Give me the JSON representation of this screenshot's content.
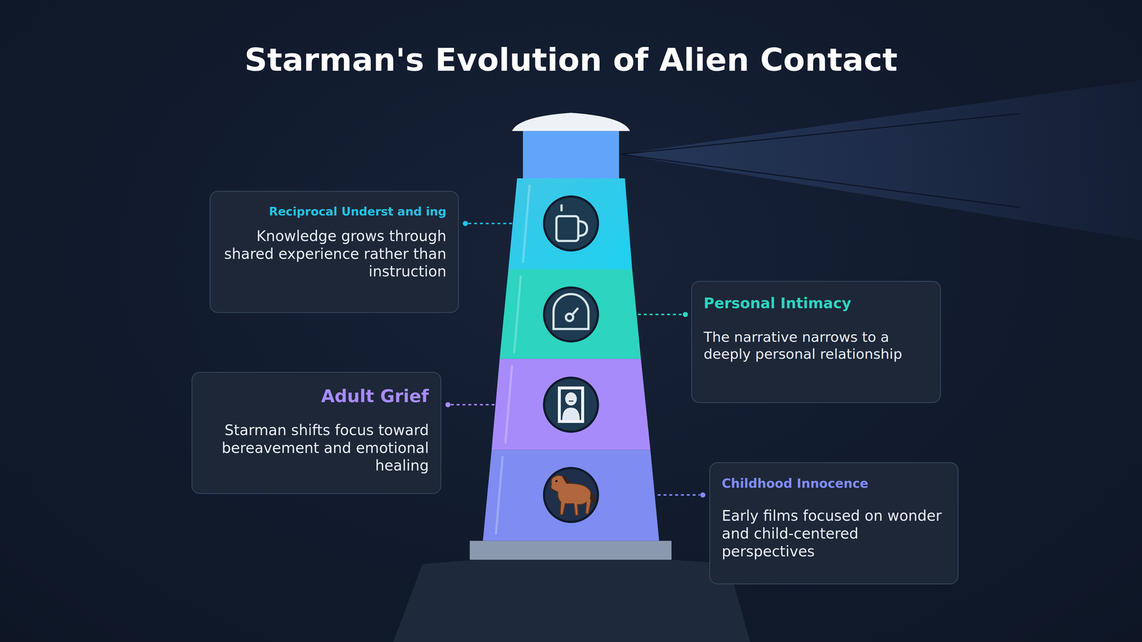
{
  "diagram": {
    "title": "Starman's Evolution of Alien Contact",
    "nodes": [
      {
        "text": [
          "Reciprocal Underst and ing",
          "Knowledge grows through shared experience rather than instruction"
        ]
      },
      {
        "text": [
          "Personal Intimacy",
          "The narrative narrows to a deeply personal relationship"
        ]
      },
      {
        "text": [
          "Adult Grief",
          "Starman shifts focus toward bereavement and emotional healing"
        ]
      },
      {
        "text": [
          "Childhood Innocence",
          "Early films focused on wonder and child-centered perspectives"
        ]
      }
    ]
  }
}
